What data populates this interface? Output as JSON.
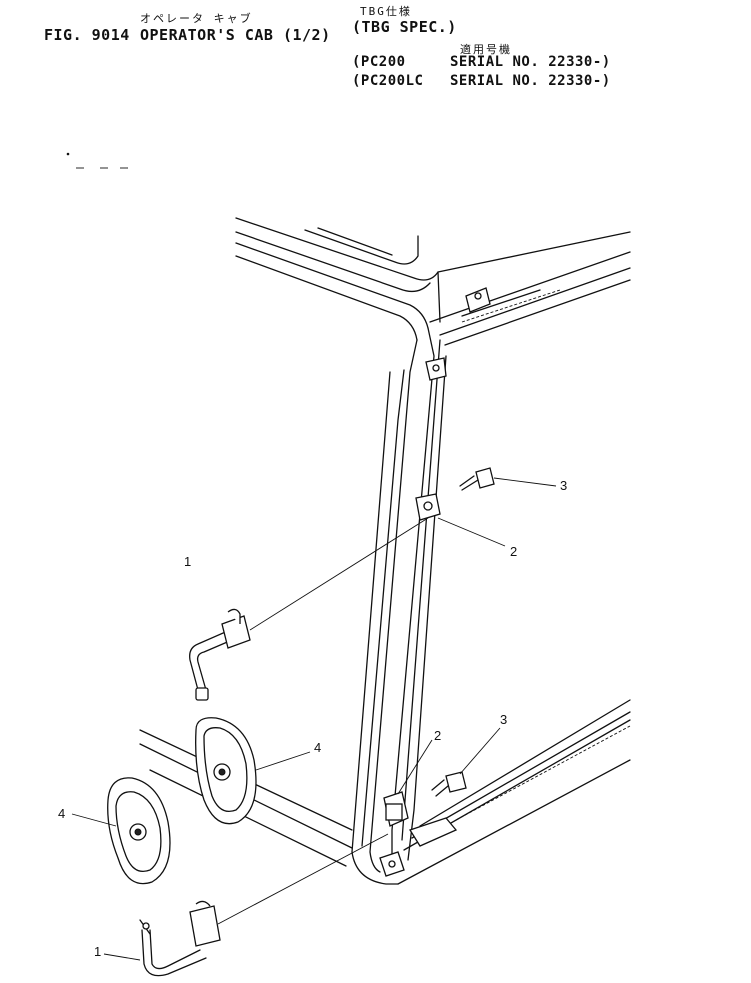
{
  "header": {
    "kana_title": "オペレータ キャブ",
    "kana_spec": "TBG仕様",
    "figure_label": "FIG. 9014",
    "title": "OPERATOR'S CAB (1/2)",
    "spec": "(TBG SPEC.)",
    "applicable_models_kana": "適用号機",
    "serial_lines": [
      {
        "model": "(PC200",
        "serial": "SERIAL NO. 22330-)"
      },
      {
        "model": "(PC200LC",
        "serial": "SERIAL NO. 22330-)"
      }
    ]
  },
  "callouts": [
    {
      "id": "top-1",
      "label": "1"
    },
    {
      "id": "top-2",
      "label": "2"
    },
    {
      "id": "top-3",
      "label": "3"
    },
    {
      "id": "top-4",
      "label": "4"
    },
    {
      "id": "bottom-1",
      "label": "1"
    },
    {
      "id": "bottom-2",
      "label": "2"
    },
    {
      "id": "bottom-3",
      "label": "3"
    },
    {
      "id": "bottom-4",
      "label": "4"
    }
  ],
  "parts": [
    {
      "callout": "1",
      "icon": "mirror-stay-icon"
    },
    {
      "callout": "2",
      "icon": "clamp-icon"
    },
    {
      "callout": "3",
      "icon": "bolt-icon"
    },
    {
      "callout": "4",
      "icon": "mirror-icon"
    }
  ]
}
